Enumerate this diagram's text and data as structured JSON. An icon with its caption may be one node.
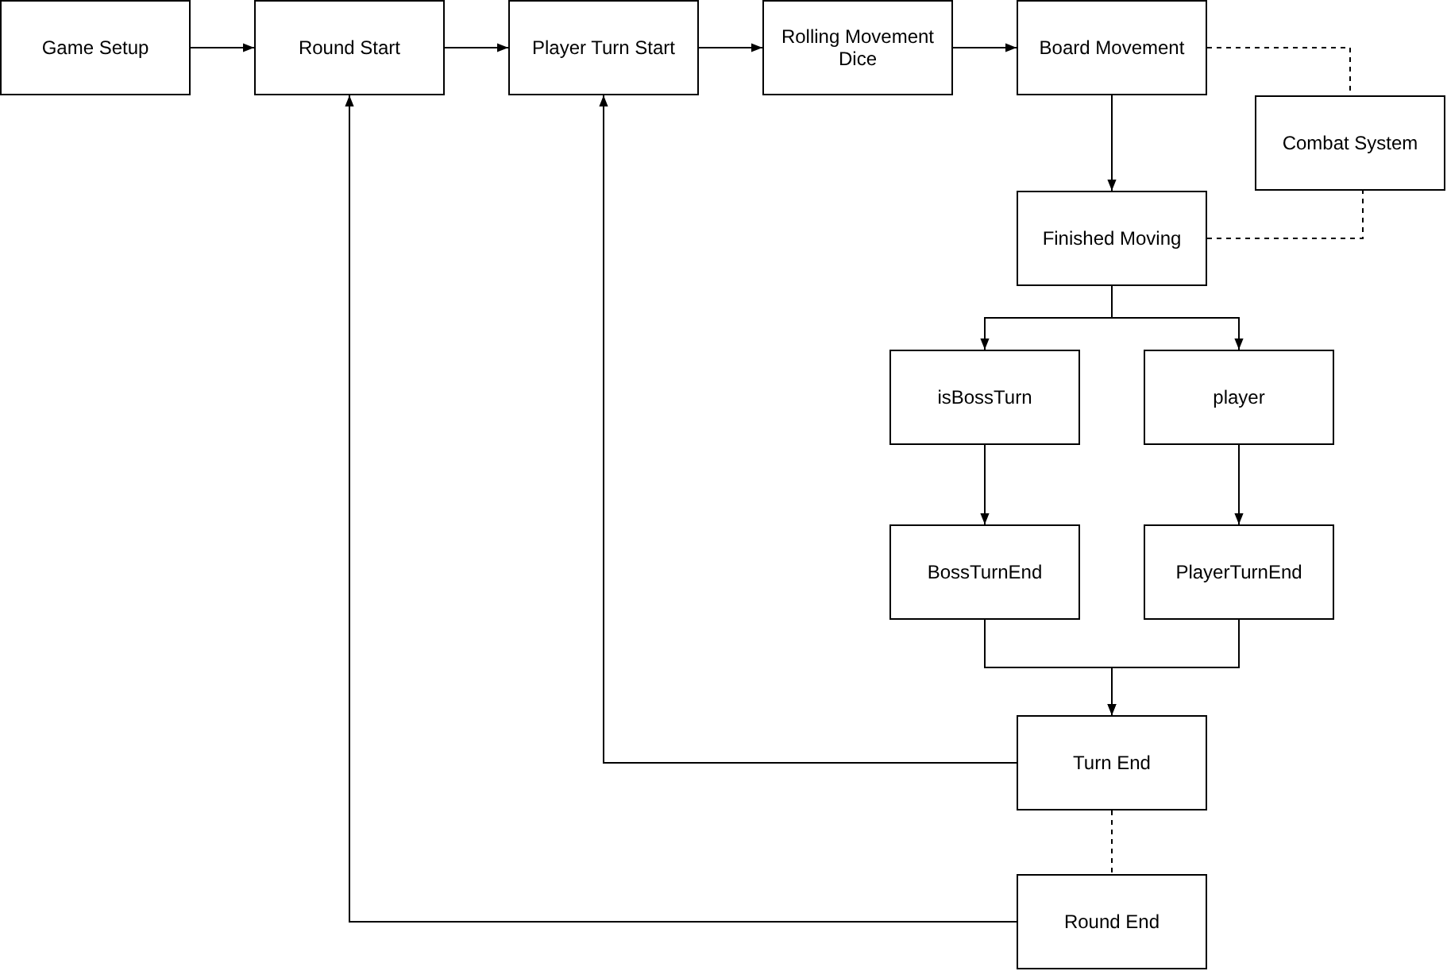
{
  "diagram": {
    "nodes": [
      {
        "text": [
          "Game Setup"
        ]
      },
      {
        "text": [
          "Round Start"
        ]
      },
      {
        "text": [
          "Player Turn Start"
        ]
      },
      {
        "text": [
          "Rolling Movement Dice"
        ]
      },
      {
        "text": [
          "Board Movement"
        ]
      },
      {
        "text": [
          "Combat System"
        ]
      },
      {
        "text": [
          "Finished Moving"
        ]
      },
      {
        "text": [
          "isBossTurn"
        ]
      },
      {
        "text": [
          "player"
        ]
      },
      {
        "text": [
          "BossTurnEnd"
        ]
      },
      {
        "text": [
          "PlayerTurnEnd"
        ]
      },
      {
        "text": [
          "Turn End"
        ]
      },
      {
        "text": [
          "Round End"
        ]
      }
    ],
    "edges": [
      {
        "from": 0,
        "to": 1,
        "arrow": "to"
      },
      {
        "from": 1,
        "to": 2,
        "arrow": "to"
      },
      {
        "from": 2,
        "to": 3,
        "arrow": "to"
      },
      {
        "from": 3,
        "to": 4,
        "arrow": "to"
      },
      {
        "from": 4,
        "to": 6,
        "arrow": "to"
      },
      {
        "from": 4,
        "to": 5,
        "arrow": "none",
        "style": "dashed"
      },
      {
        "from": 6,
        "to": 5,
        "arrow": "none",
        "style": "dashed"
      },
      {
        "from": 6,
        "to": 7,
        "arrow": "to"
      },
      {
        "from": 6,
        "to": 8,
        "arrow": "to"
      },
      {
        "from": 7,
        "to": 9,
        "arrow": "to"
      },
      {
        "from": 8,
        "to": 10,
        "arrow": "to"
      },
      {
        "from": 9,
        "to": 11,
        "arrow": "to"
      },
      {
        "from": 10,
        "to": 11,
        "arrow": "to"
      },
      {
        "from": 11,
        "to": 2,
        "arrow": "to"
      },
      {
        "from": 11,
        "to": 12,
        "arrow": "none",
        "style": "dashed"
      },
      {
        "from": 12,
        "to": 1,
        "arrow": "to"
      }
    ]
  }
}
